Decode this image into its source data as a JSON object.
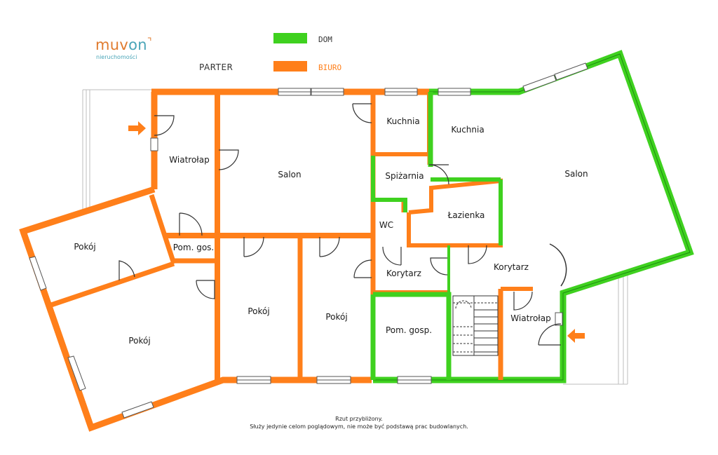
{
  "brand": {
    "name_part1": "muv",
    "name_part2": "on",
    "tagline": "nieruchomości",
    "logo_mark": "arrow-corner"
  },
  "level_label": "PARTER",
  "legend": [
    {
      "label": "DOM",
      "color": "#3fd11f",
      "text_color": "#333333"
    },
    {
      "label": "BIURO",
      "color": "#ff7f1a",
      "text_color": "#ff7f1a"
    }
  ],
  "rooms": {
    "wiatrolap_left": "Wiatrołap",
    "salon_left": "Salon",
    "kuchnia_office": "Kuchnia",
    "kuchnia_house": "Kuchnia",
    "salon_right": "Salon",
    "spizarnia": "Spiżarnia",
    "lazienka": "Łazienka",
    "wc": "WC",
    "pom_gos": "Pom. gos.",
    "pokoj_left_top": "Pokój",
    "pokoj_left_bottom": "Pokój",
    "pokoj_mid1": "Pokój",
    "pokoj_mid2": "Pokój",
    "korytarz_office": "Korytarz",
    "korytarz_house": "Korytarz",
    "pom_gosp": "Pom. gosp.",
    "wiatrolap_right": "Wiatrołap"
  },
  "icons": [
    "entrance-arrow-icon",
    "entrance-arrow-icon"
  ],
  "footnote": {
    "line1": "Rzut przybliżony.",
    "line2": "Służy jedynie celom poglądowym, nie może być podstawą prac budowlanych."
  }
}
